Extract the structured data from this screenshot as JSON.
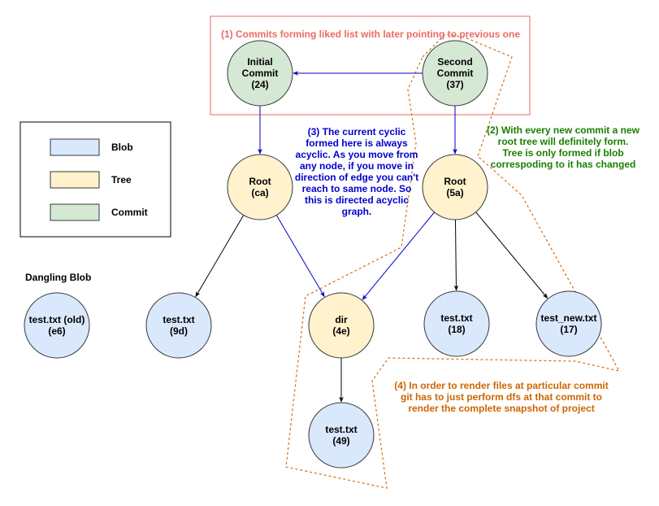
{
  "colors": {
    "blob_fill": "#dae8fc",
    "tree_fill": "#fff2cc",
    "commit_fill": "#d5e8d4",
    "node_stroke": "#36393d",
    "edge_black": "#000000",
    "edge_blue": "#0000cc",
    "note_red": "#ea6b66",
    "note_blue": "#0000cc",
    "note_green": "#1a7f00",
    "note_orange": "#cc6600"
  },
  "legend": {
    "items": [
      {
        "label": "Blob",
        "kind": "blob"
      },
      {
        "label": "Tree",
        "kind": "tree"
      },
      {
        "label": "Commit",
        "kind": "commit"
      }
    ]
  },
  "dangling_title": "Dangling Blob",
  "nodes": [
    {
      "id": "initial",
      "kind": "commit",
      "lines": [
        "Initial",
        "Commit",
        "(24)"
      ]
    },
    {
      "id": "second",
      "kind": "commit",
      "lines": [
        "Second",
        "Commit",
        "(37)"
      ]
    },
    {
      "id": "root_ca",
      "kind": "tree",
      "lines": [
        "Root",
        "(ca)"
      ]
    },
    {
      "id": "root_5a",
      "kind": "tree",
      "lines": [
        "Root",
        "(5a)"
      ]
    },
    {
      "id": "dir_4e",
      "kind": "tree",
      "lines": [
        "dir",
        "(4e)"
      ]
    },
    {
      "id": "blob_e6",
      "kind": "blob",
      "lines": [
        "test.txt (old)",
        "(e6)"
      ]
    },
    {
      "id": "blob_9d",
      "kind": "blob",
      "lines": [
        "test.txt",
        "(9d)"
      ]
    },
    {
      "id": "blob_18",
      "kind": "blob",
      "lines": [
        "test.txt",
        "(18)"
      ]
    },
    {
      "id": "blob_17",
      "kind": "blob",
      "lines": [
        "test_new.txt",
        "(17)"
      ]
    },
    {
      "id": "blob_49",
      "kind": "blob",
      "lines": [
        "test.txt",
        "(49)"
      ]
    }
  ],
  "edges": [
    {
      "from": "second",
      "to": "initial",
      "color": "blue"
    },
    {
      "from": "initial",
      "to": "root_ca",
      "color": "blue"
    },
    {
      "from": "second",
      "to": "root_5a",
      "color": "blue"
    },
    {
      "from": "root_ca",
      "to": "blob_9d",
      "color": "black"
    },
    {
      "from": "root_ca",
      "to": "dir_4e",
      "color": "blue"
    },
    {
      "from": "root_5a",
      "to": "dir_4e",
      "color": "blue"
    },
    {
      "from": "root_5a",
      "to": "blob_18",
      "color": "black"
    },
    {
      "from": "root_5a",
      "to": "blob_17",
      "color": "black"
    },
    {
      "from": "dir_4e",
      "to": "blob_49",
      "color": "black"
    }
  ],
  "notes": {
    "n1": {
      "lines": [
        "(1) Commits forming liked list with later pointing to previous one"
      ]
    },
    "n2": {
      "lines": [
        "(2) With every new commit a new",
        "root tree will definitely form.",
        "Tree is only formed if blob",
        "correspoding to it has changed"
      ]
    },
    "n3": {
      "lines": [
        "(3) The current cyclic",
        "formed here is always",
        "acyclic. As you move from",
        "any node, if you move in",
        "direction of edge you can't",
        "reach to same node. So",
        "this is directed acyclic",
        "graph."
      ]
    },
    "n4": {
      "lines": [
        "(4) In order to render files at particular commit",
        "git has to just perform dfs at that commit to",
        "render the complete snapshot of project"
      ]
    }
  }
}
